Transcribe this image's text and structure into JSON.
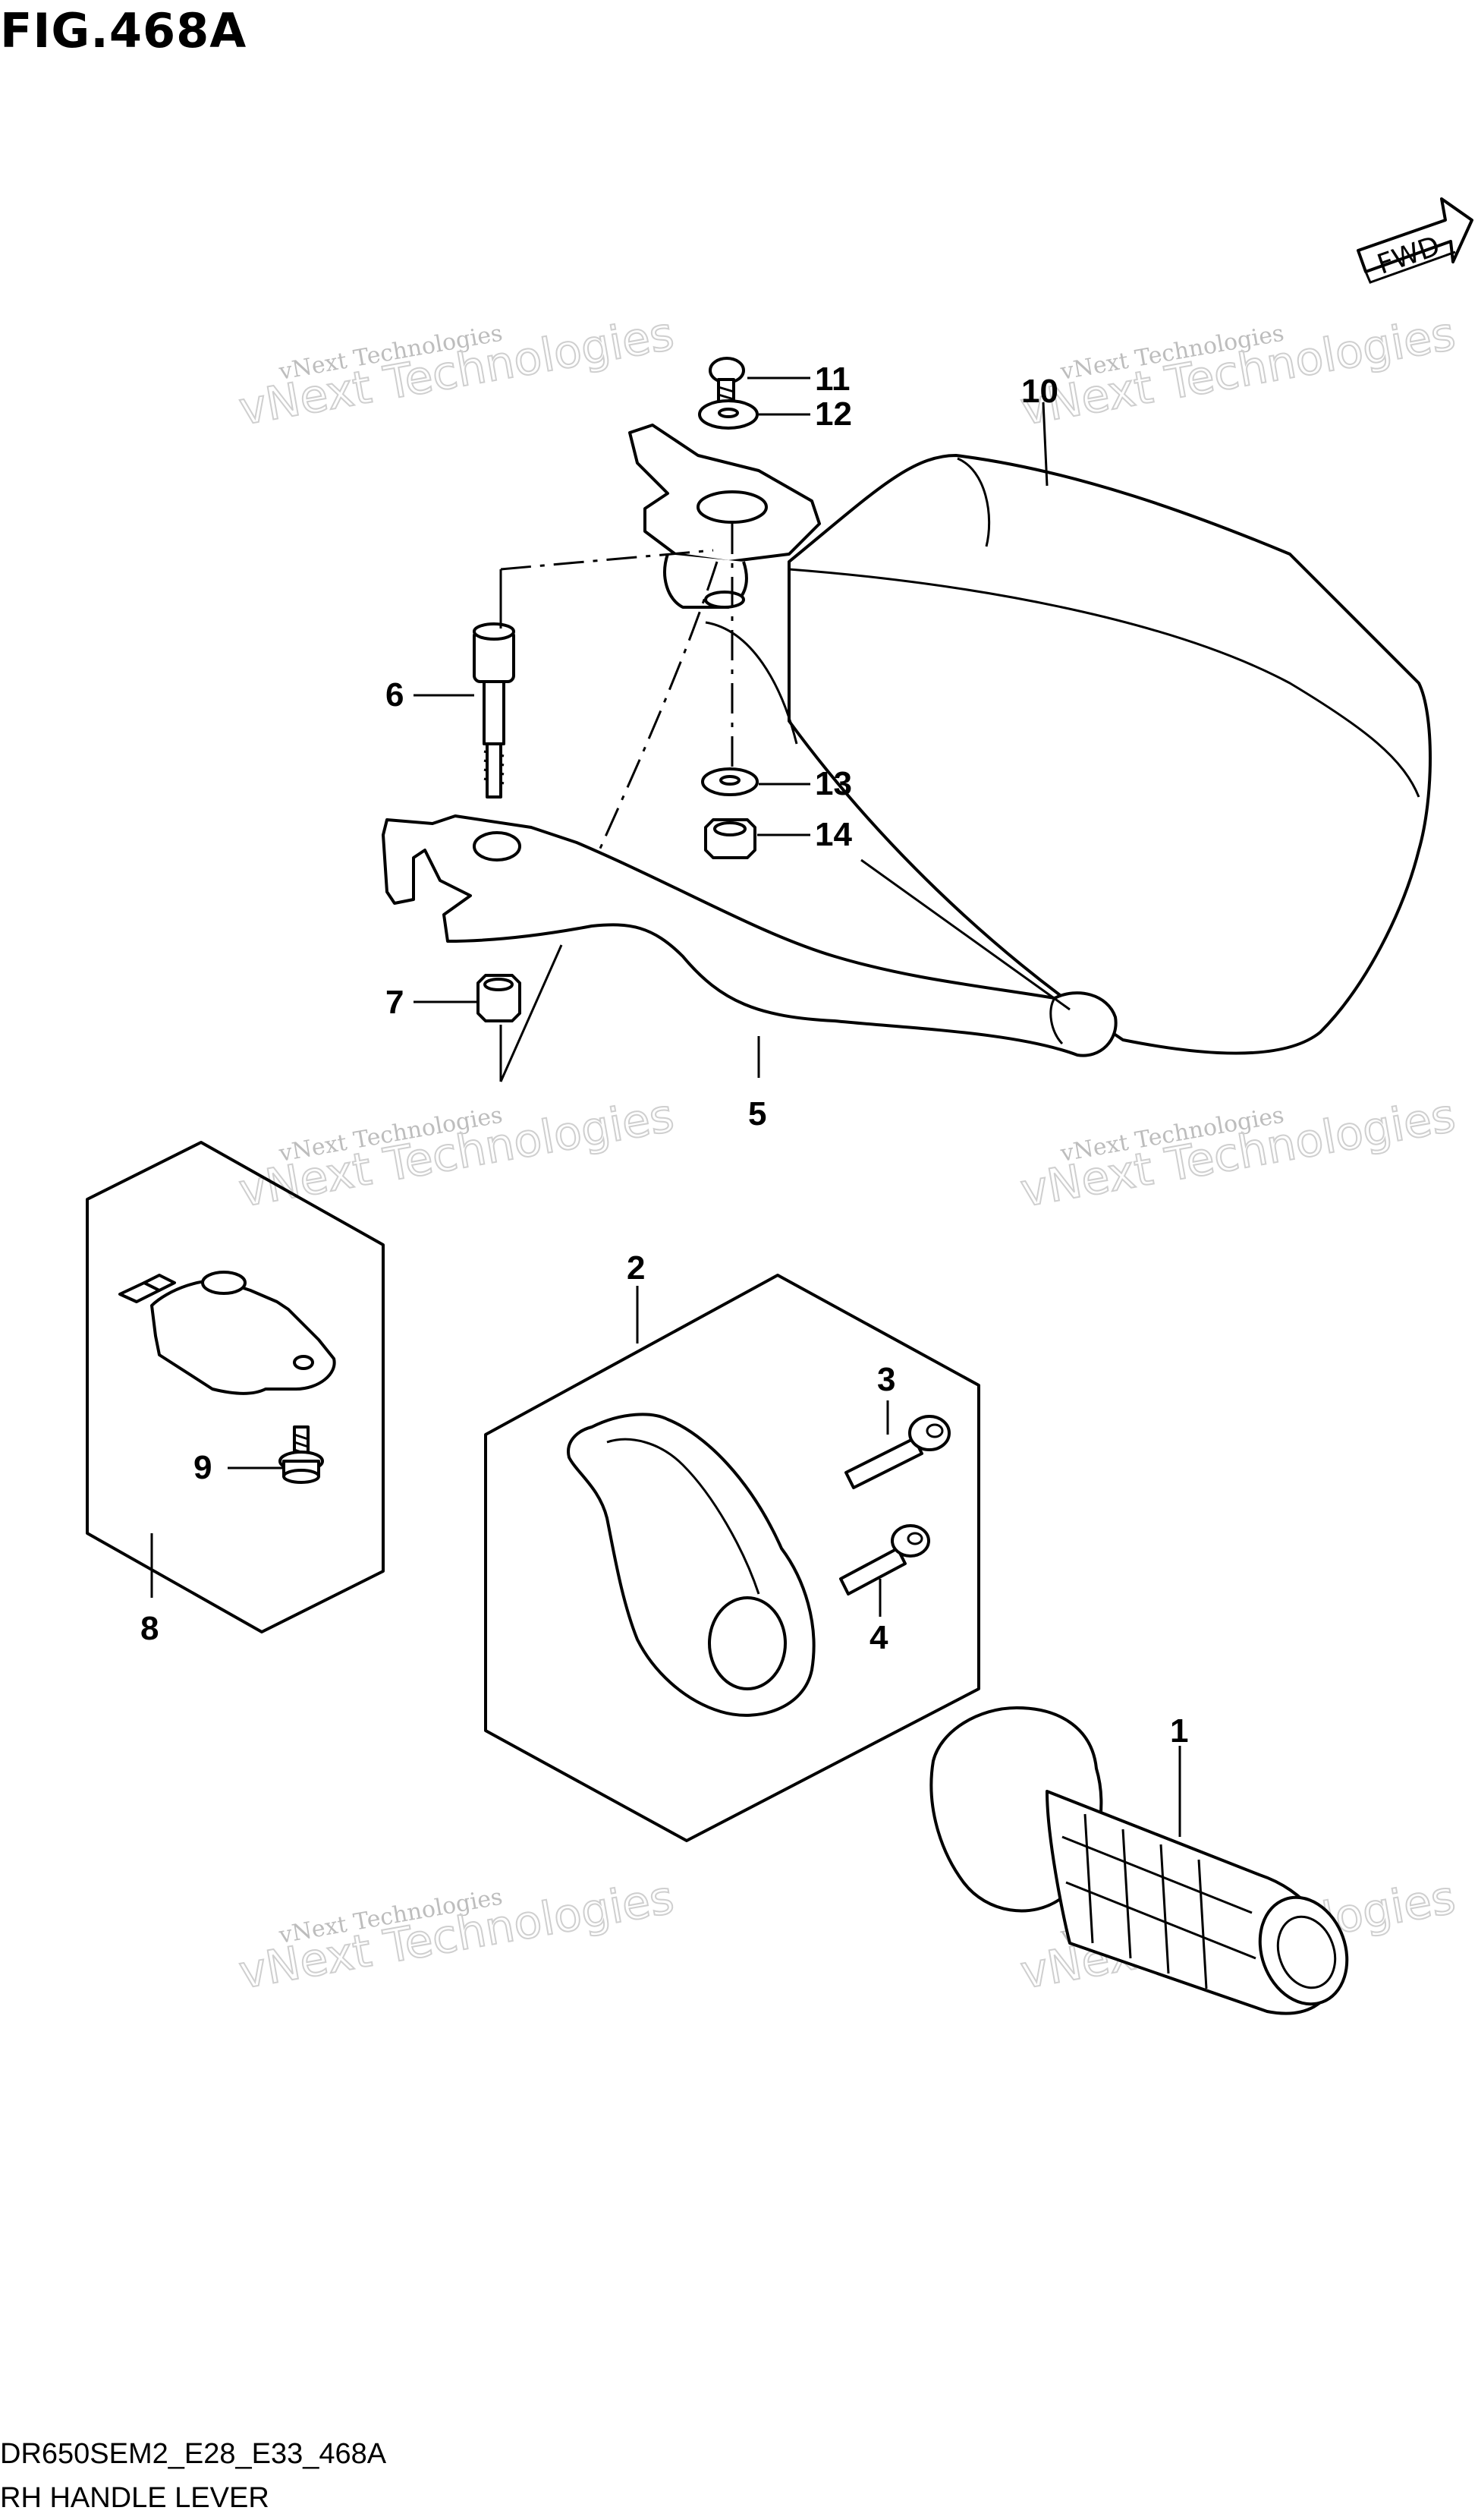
{
  "figure": {
    "title": "FIG.468A",
    "code": "DR650SEM2_E28_E33_468A",
    "description": "RH HANDLE LEVER",
    "fwd_label": "FWD"
  },
  "watermark": {
    "line_small": "vNext Technologies",
    "line_large": "vNext Technologies"
  },
  "parts": [
    {
      "number": "1"
    },
    {
      "number": "2"
    },
    {
      "number": "3"
    },
    {
      "number": "4"
    },
    {
      "number": "5"
    },
    {
      "number": "6"
    },
    {
      "number": "7"
    },
    {
      "number": "8"
    },
    {
      "number": "9"
    },
    {
      "number": "10"
    },
    {
      "number": "11"
    },
    {
      "number": "12"
    },
    {
      "number": "13"
    },
    {
      "number": "14"
    }
  ]
}
